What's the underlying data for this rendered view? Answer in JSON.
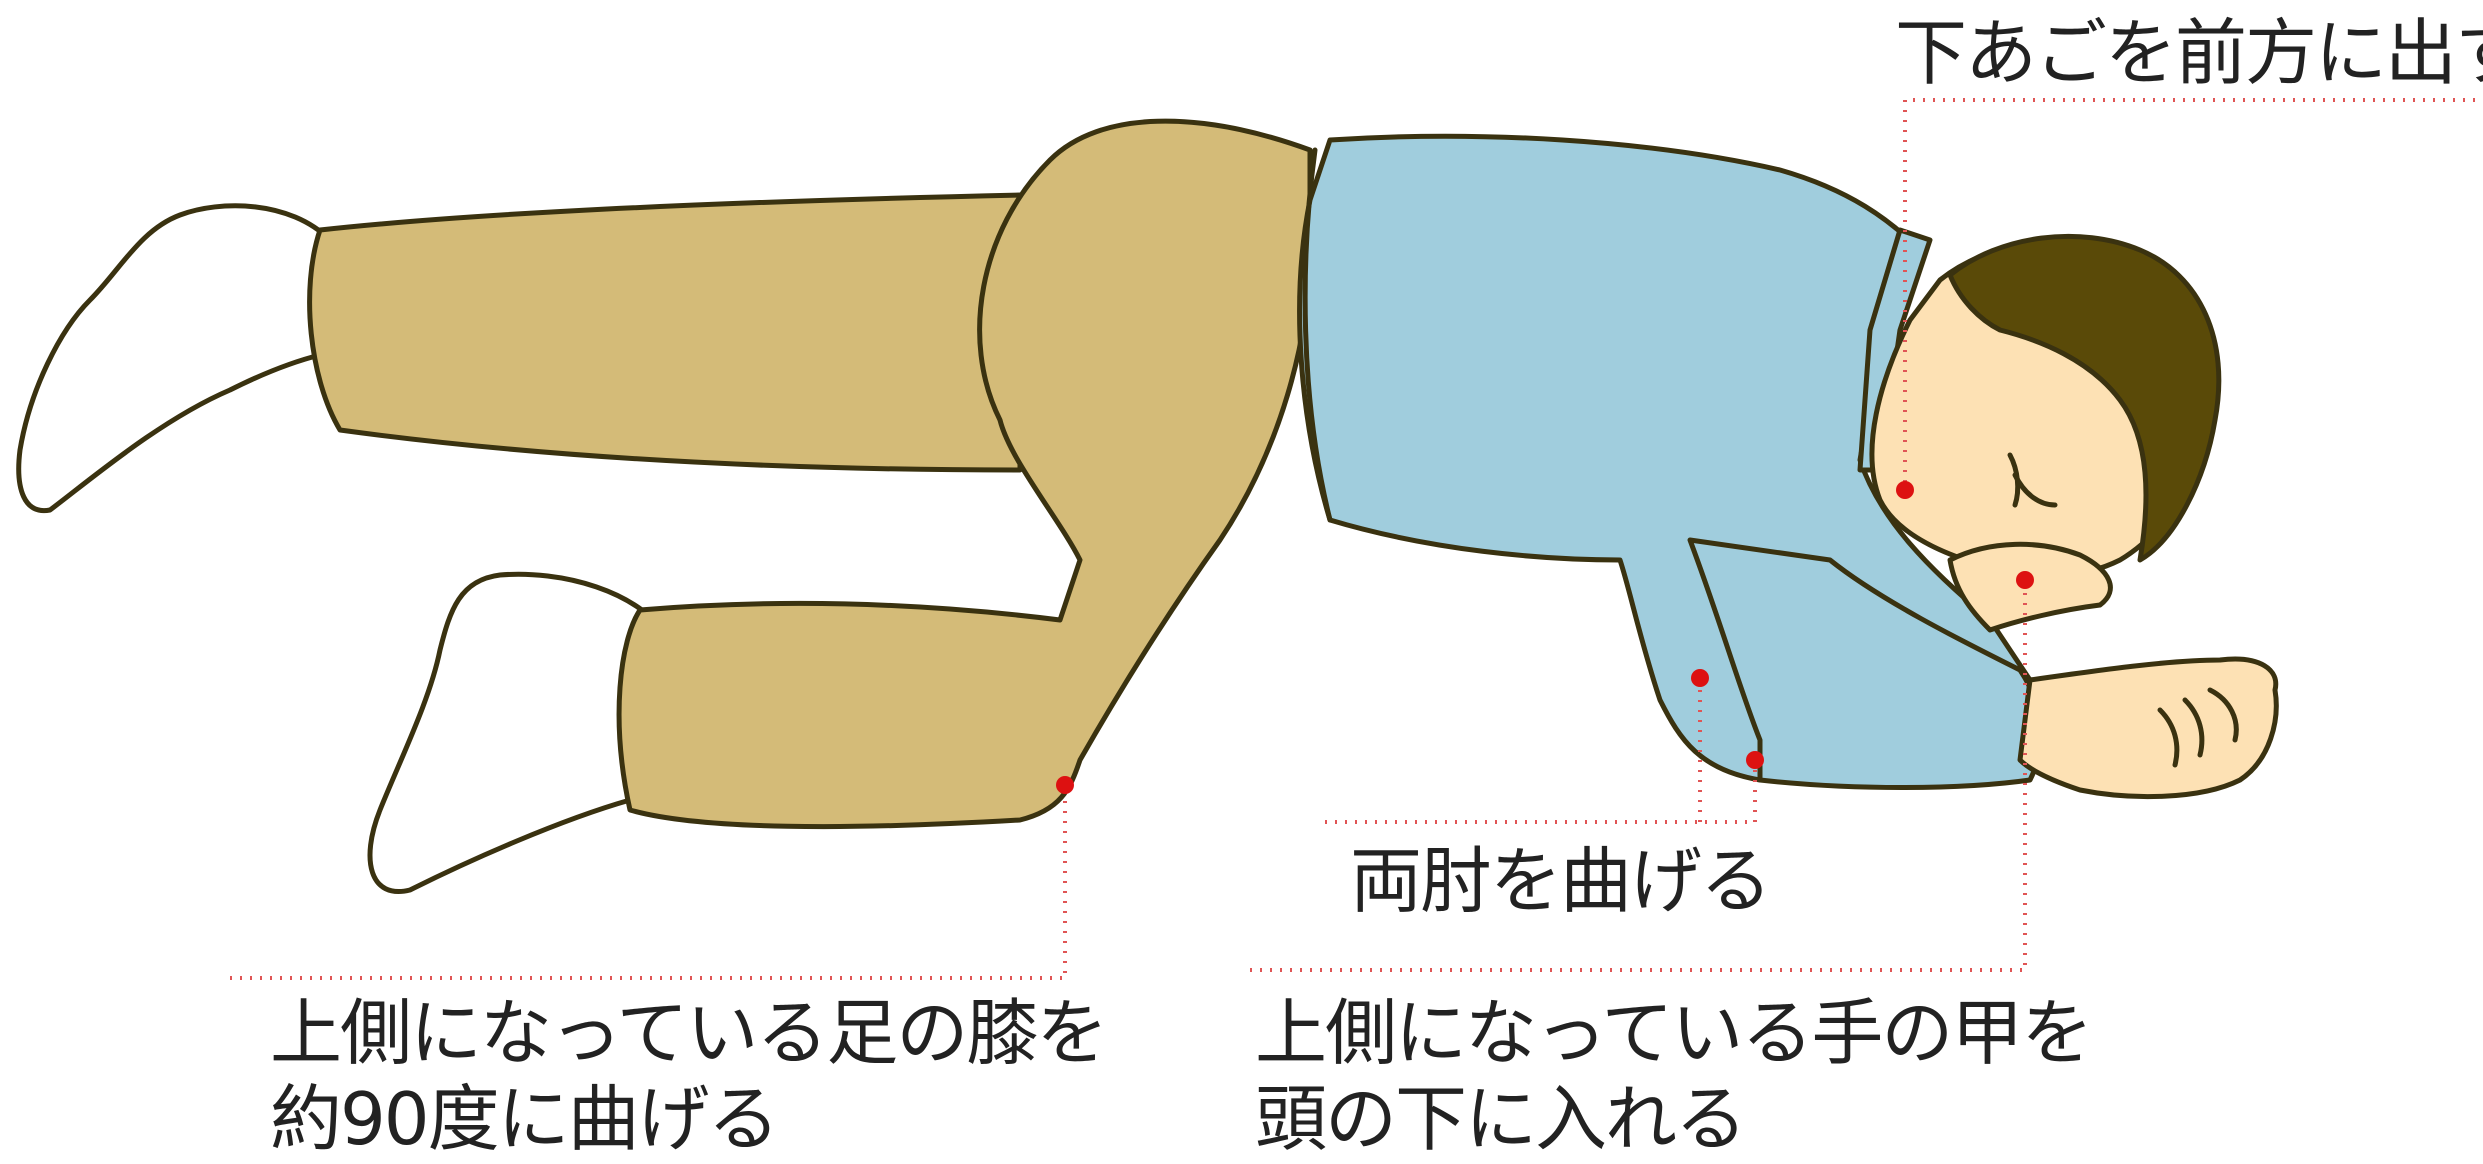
{
  "annotations": {
    "jaw": "下あごを前方に出す",
    "elbows": "両肘を曲げる",
    "knee_line1": "上側になっている足の膝を",
    "knee_line2": "約90度に曲げる",
    "hand_line1": "上側になっている手の甲を",
    "hand_line2": "頭の下に入れる"
  },
  "colors": {
    "shirt": "#a0cddd",
    "pants": "#d4bb78",
    "skin": "#fde1b4",
    "hair": "#5a4a08",
    "outline": "#3a3210",
    "marker": "#dd1111",
    "leader": "#e05555"
  }
}
